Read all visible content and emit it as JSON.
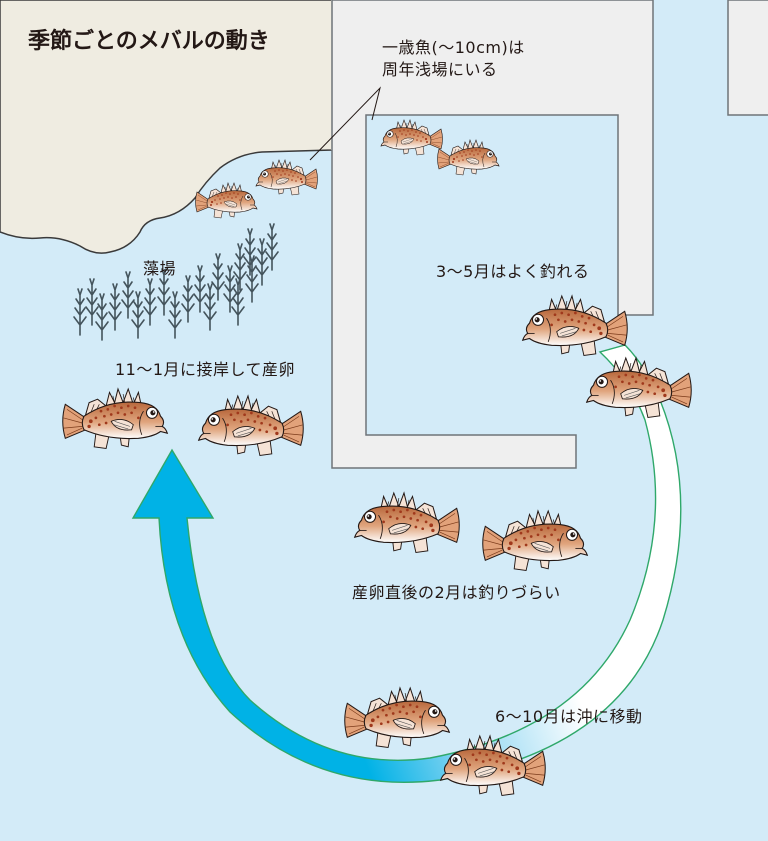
{
  "title": "季節ごとのメバルの動き",
  "labels": {
    "juvenile_note_line1": "一歳魚(〜10cm)は",
    "juvenile_note_line2": "周年浅場にいる",
    "seaweed_bed": "藻場",
    "spring": "3〜5月はよく釣れる",
    "spawning": "11〜1月に接岸して産卵",
    "february": "産卵直後の2月は釣りづらい",
    "summer_autumn": "6〜10月は沖に移動"
  },
  "colors": {
    "water": "#d3ebf8",
    "land": "#efece1",
    "pier": "#efefef",
    "pier_outline": "#6f7479",
    "arrow_blue": "#00b2e6",
    "arrow_outline": "#2fa86a",
    "fish_body": "#c8784a",
    "fish_spots": "#a0391c",
    "seaweed": "#44545c",
    "text": "#231815"
  },
  "icons": {
    "fish": "rockfish-illustration",
    "seaweed": "seaweed-cluster",
    "arrow": "curved-cycle-arrow"
  }
}
